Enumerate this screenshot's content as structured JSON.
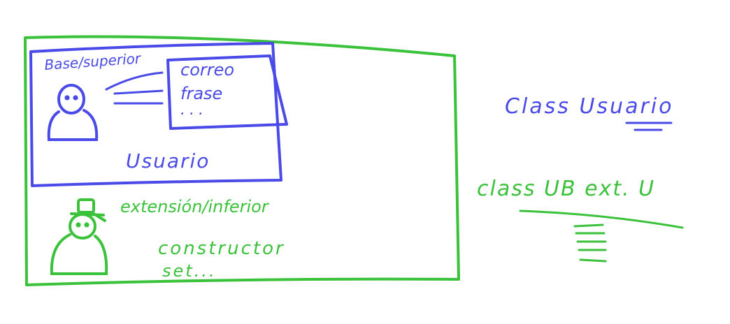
{
  "colors": {
    "green": "#3bc23b",
    "blue": "#4a4ae8",
    "background": "#ffffff"
  },
  "outer_box": {
    "base_panel": {
      "title": "Base/superior",
      "fields": [
        "correo",
        "frase",
        "..."
      ],
      "class_name": "Usuario",
      "figure_icon": "person-icon"
    },
    "extension_panel": {
      "title": "extensión/inferior",
      "members": [
        "constructor",
        "set..."
      ],
      "figure_icon": "person-with-hat-icon"
    }
  },
  "right_notes": {
    "class_usuario": "Class Usuario",
    "class_ub": "class UB ext. U"
  }
}
